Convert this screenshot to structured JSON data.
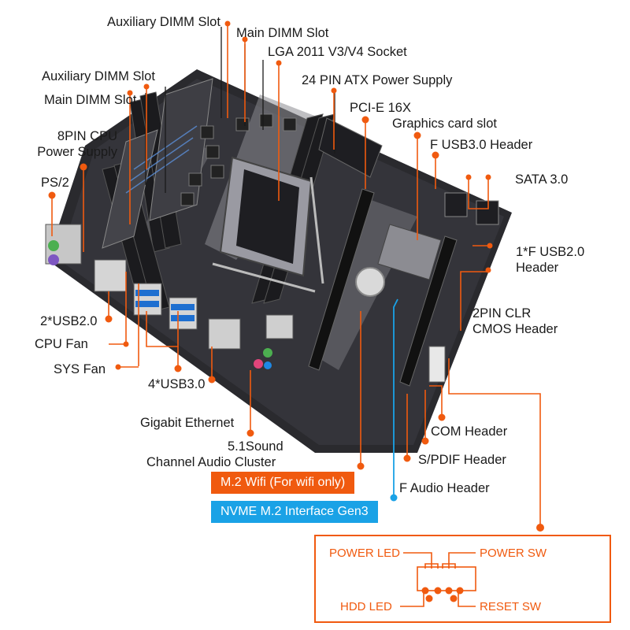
{
  "labels": {
    "aux_dimm_top": "Auxiliary DIMM Slot",
    "main_dimm_top": "Main DIMM Slot",
    "socket": "LGA 2011 V3/V4 Socket",
    "atx24": "24 PIN ATX Power Supply",
    "pcie_line1": "PCI-E 16X",
    "pcie_line2": "Graphics card slot",
    "f_usb3": "F USB3.0 Header",
    "sata": "SATA 3.0",
    "aux_dimm_left": "Auxiliary DIMM Slot",
    "main_dimm_left": "Main DIMM Slot",
    "cpu8_line1": "8PIN CPU",
    "cpu8_line2": "Power Supply",
    "ps2": "PS/2",
    "usb2_header_line1": "1*F USB2.0",
    "usb2_header_line2": "Header",
    "clr_line1": "2PIN CLR",
    "clr_line2": "CMOS Header",
    "usb2_rear": "2*USB2.0",
    "cpu_fan": "CPU Fan",
    "sys_fan": "SYS Fan",
    "usb3_rear": "4*USB3.0",
    "ethernet": "Gigabit Ethernet",
    "audio_line1": "5.1Sound",
    "audio_line2": "Channel Audio Cluster",
    "com": "COM Header",
    "spdif": "S/PDIF Header",
    "f_audio": "F Audio Header",
    "m2_wifi": "M.2 Wifi (For wifi only)",
    "nvme": "NVME M.2 Interface Gen3",
    "power_led": "POWER LED",
    "power_sw": "POWER SW",
    "hdd_led": "HDD  LED",
    "reset_sw": "RESET SW"
  },
  "colors": {
    "accent_orange": "#f05a0f",
    "accent_blue": "#1aa2e6",
    "board_dark": "#2a2a2e"
  }
}
